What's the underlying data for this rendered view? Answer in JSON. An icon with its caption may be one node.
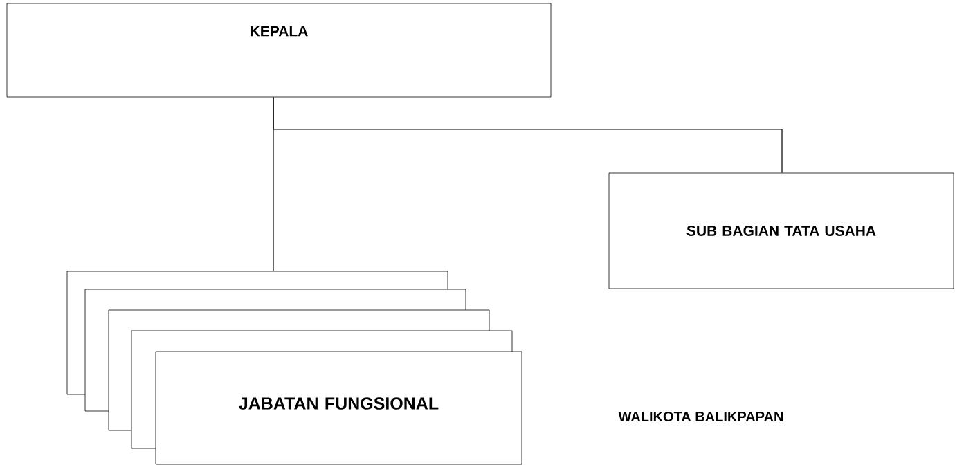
{
  "diagram": {
    "nodes": [
      {
        "text": [
          "KEPALA"
        ]
      },
      {
        "text": [
          "SUB BAGIAN TATA USAHA"
        ]
      },
      {
        "text": [],
        "shape": "box"
      },
      {
        "text": [],
        "shape": "box"
      },
      {
        "text": [],
        "shape": "box"
      },
      {
        "text": [],
        "shape": "box"
      },
      {
        "text": [
          "JABATAN FUNGSIONAL"
        ]
      }
    ],
    "edges": [
      {
        "from": 0,
        "to": 2,
        "arrow": "none"
      },
      {
        "from": 0,
        "to": 1,
        "arrow": "none"
      }
    ],
    "labels": [
      "WALIKOTA BALIKPAPAN"
    ]
  }
}
